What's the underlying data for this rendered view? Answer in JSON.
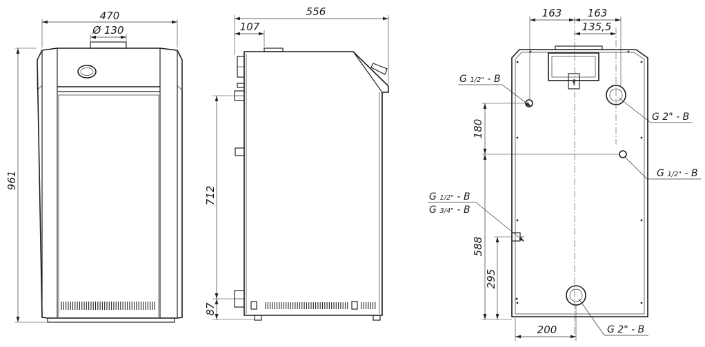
{
  "front_view": {
    "width_dim": "470",
    "flue_dim": "Ø 130",
    "height_dim": "961"
  },
  "side_view": {
    "depth_dim": "556",
    "flue_offset_dim": "107",
    "connection_height_dim": "712",
    "low_connection_dim": "87"
  },
  "rear_view": {
    "dim_left_163": "163",
    "dim_right_163": "163",
    "dim_135": "135,5",
    "dim_180": "180",
    "dim_588": "588",
    "dim_295": "295",
    "dim_200": "200",
    "conn_top_left": {
      "main": "G ",
      "frac": "1/2\"",
      "tail": " - B"
    },
    "conn_top_right": {
      "main": "G 2\" - B"
    },
    "conn_mid_right": {
      "main": "G ",
      "frac": "1/2\"",
      "tail": " - B"
    },
    "conn_side_upper": {
      "main": "G ",
      "frac": "1/2\"",
      "tail": " - B"
    },
    "conn_side_lower": {
      "main": "G ",
      "frac": "3/4\"",
      "tail": " - B"
    },
    "conn_bottom": {
      "main": "G 2\" - B"
    }
  }
}
